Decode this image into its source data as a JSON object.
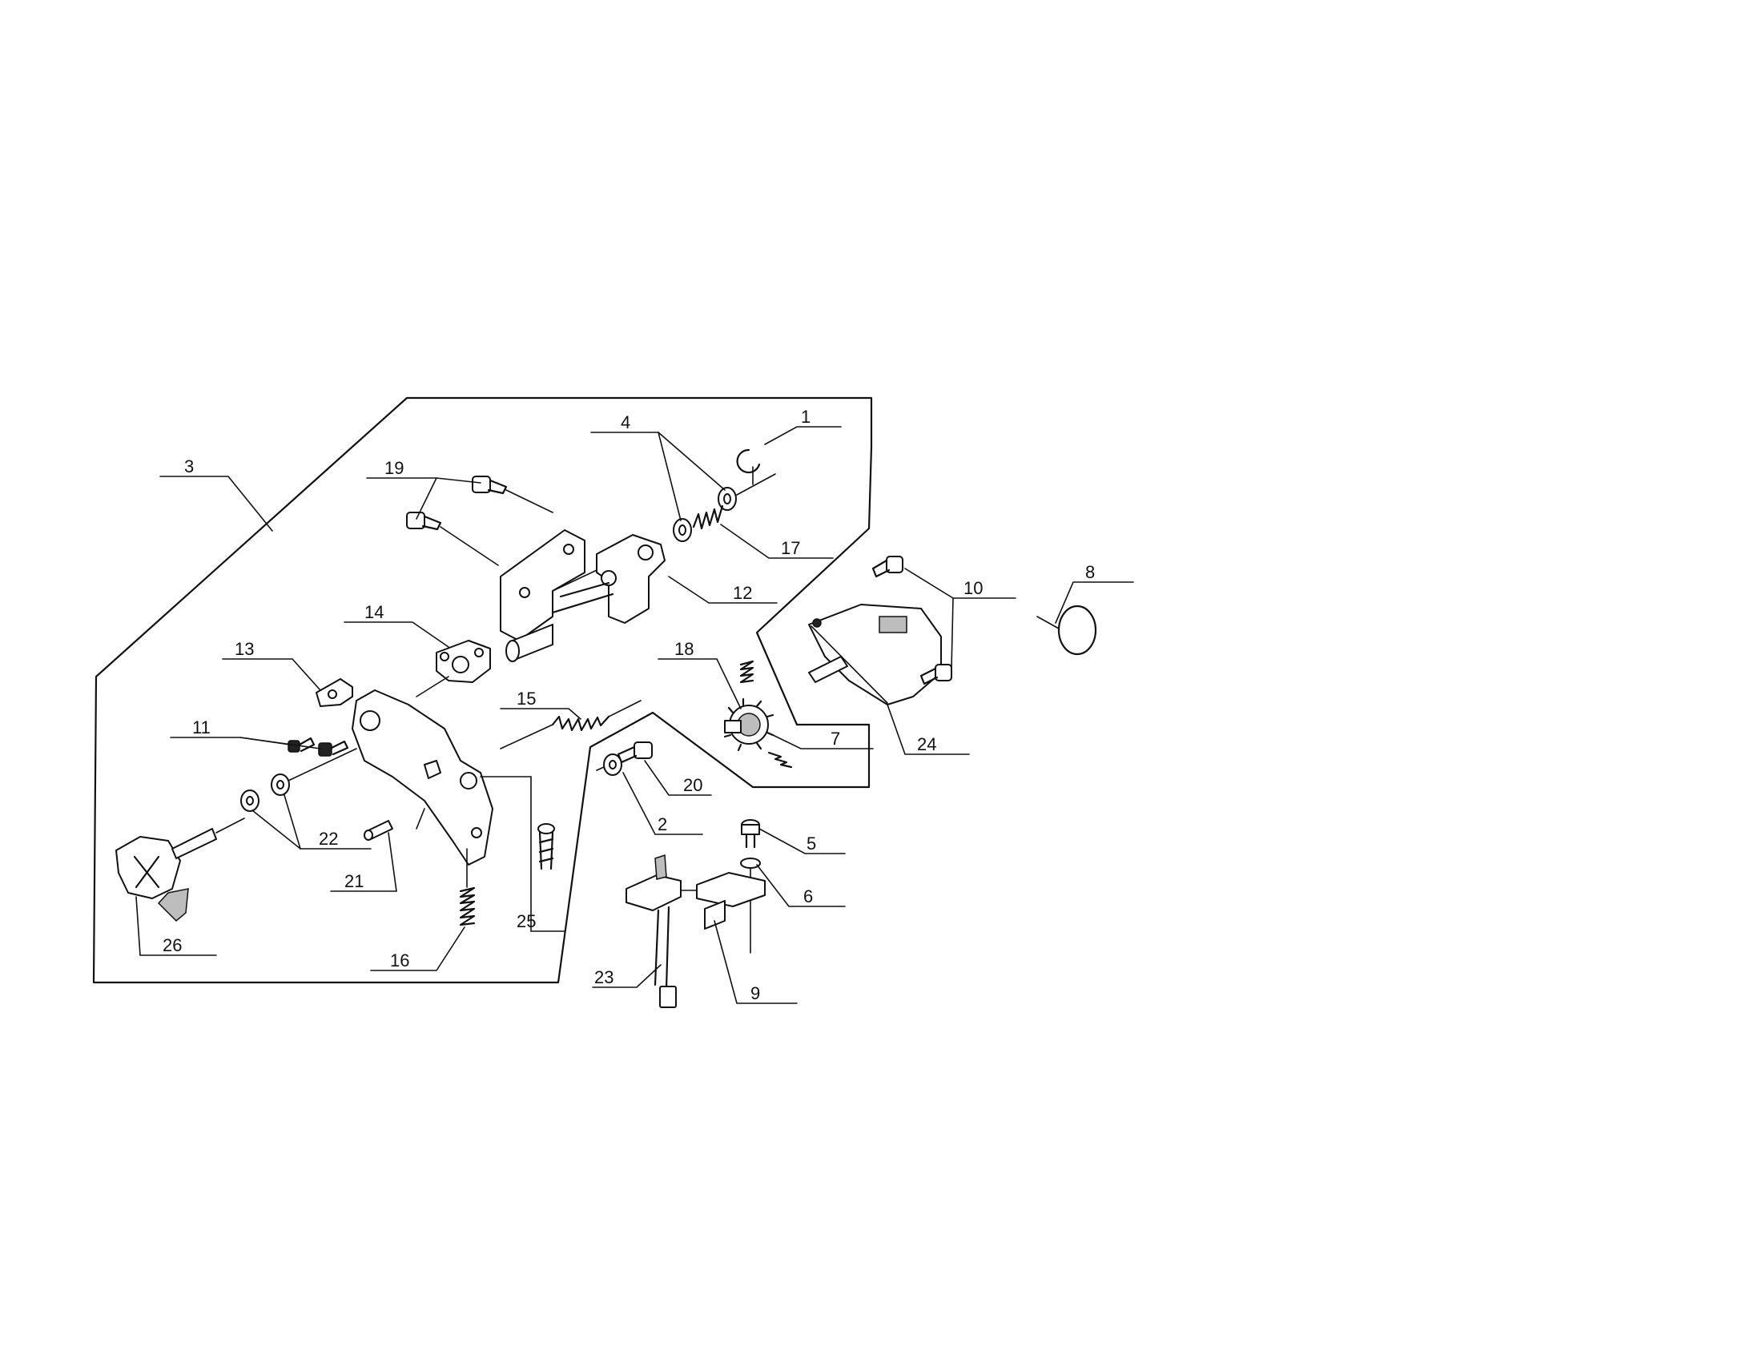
{
  "callouts": [
    {
      "label": "1"
    },
    {
      "label": "2"
    },
    {
      "label": "3"
    },
    {
      "label": "4"
    },
    {
      "label": "5"
    },
    {
      "label": "6"
    },
    {
      "label": "7"
    },
    {
      "label": "8"
    },
    {
      "label": "9"
    },
    {
      "label": "10"
    },
    {
      "label": "11"
    },
    {
      "label": "12"
    },
    {
      "label": "13"
    },
    {
      "label": "14"
    },
    {
      "label": "15"
    },
    {
      "label": "16"
    },
    {
      "label": "17"
    },
    {
      "label": "18"
    },
    {
      "label": "19"
    },
    {
      "label": "20"
    },
    {
      "label": "21"
    },
    {
      "label": "22"
    },
    {
      "label": "23"
    },
    {
      "label": "24"
    },
    {
      "label": "25"
    },
    {
      "label": "26"
    }
  ],
  "colors": {
    "ink": "#111111",
    "background": "#ffffff"
  }
}
